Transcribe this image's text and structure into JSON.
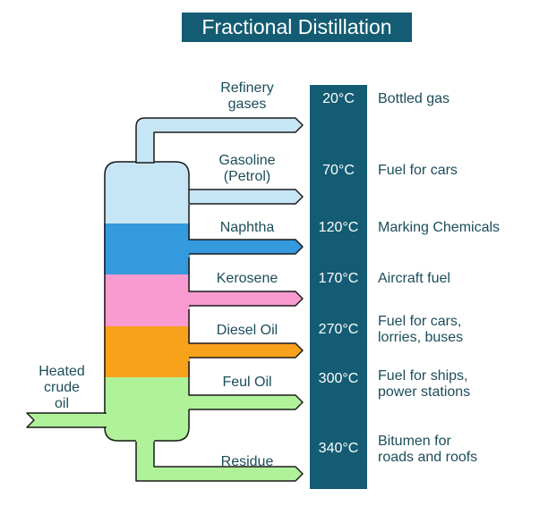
{
  "title": "Fractional Distillation",
  "input": {
    "line1": "Heated",
    "line2": "crude",
    "line3": "oil"
  },
  "colors": {
    "column_bg": "#145c73",
    "title_bg": "#145c73",
    "light_blue": "#c7e6f5",
    "blue": "#3599de",
    "pink": "#f99ad0",
    "orange": "#f8a11a",
    "green": "#b0f29a",
    "text": "#1c4d5c"
  },
  "fractions": [
    {
      "name_line1": "Refinery",
      "name_line2": "gases",
      "temp": "20°C",
      "use_line1": "Bottled gas",
      "use_line2": ""
    },
    {
      "name_line1": "Gasoline",
      "name_line2": "(Petrol)",
      "temp": "70°C",
      "use_line1": "Fuel for cars",
      "use_line2": ""
    },
    {
      "name_line1": "Naphtha",
      "name_line2": "",
      "temp": "120°C",
      "use_line1": "Marking Chemicals",
      "use_line2": ""
    },
    {
      "name_line1": "Kerosene",
      "name_line2": "",
      "temp": "170°C",
      "use_line1": "Aircraft fuel",
      "use_line2": ""
    },
    {
      "name_line1": "Diesel Oil",
      "name_line2": "",
      "temp": "270°C",
      "use_line1": "Fuel for cars,",
      "use_line2": "lorries, buses"
    },
    {
      "name_line1": "Feul Oil",
      "name_line2": "",
      "temp": "300°C",
      "use_line1": "Fuel for ships,",
      "use_line2": "power stations"
    },
    {
      "name_line1": "Residue",
      "name_line2": "",
      "temp": "340°C",
      "use_line1": "Bitumen for",
      "use_line2": "roads and roofs"
    }
  ]
}
